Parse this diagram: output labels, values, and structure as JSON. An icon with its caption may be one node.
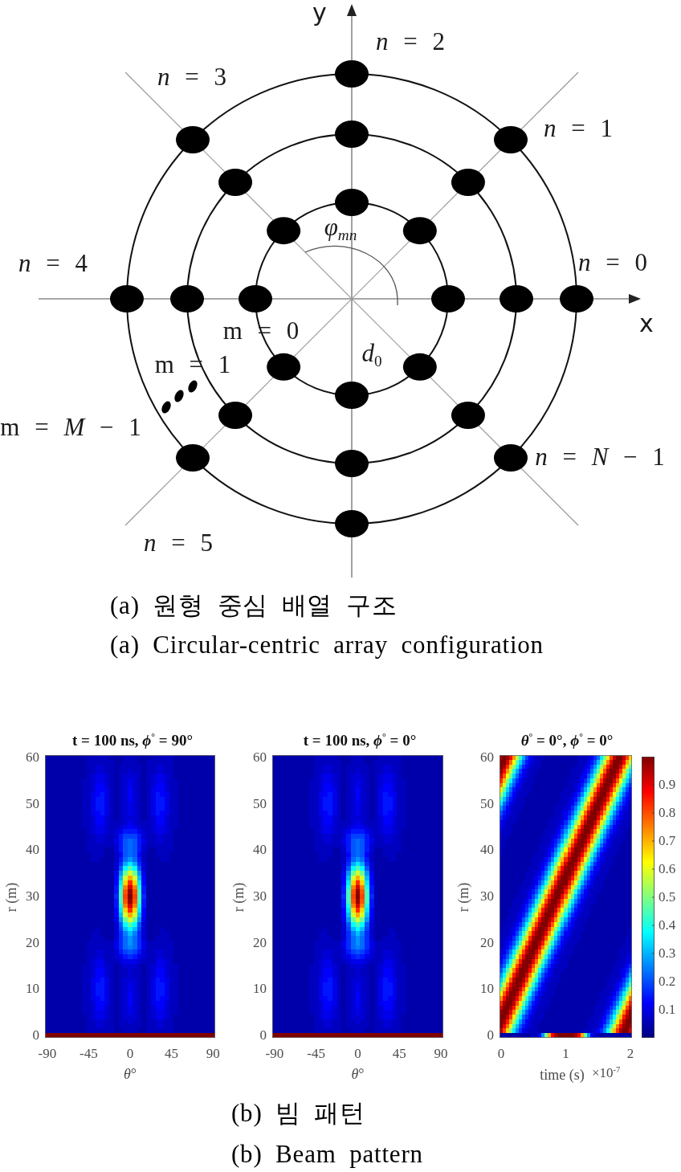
{
  "diagram": {
    "labels": [
      "y",
      "*n* = 2",
      "*n* = 3",
      "*n* = 1",
      "φ$_{mn}$",
      "*n* = 4",
      "*n* = 0",
      "m = 0",
      "x",
      "m = 1",
      "*d*$_{0}$",
      "m = *M* − 1",
      "*n* = *N* − 1",
      "*n* = 5",
      "(a) 원형 중심 배열 구조",
      "(a) Circular-centric array configuration",
      "t = 100 ns, *ϕ*$^{°}$ = 90°",
      "60",
      "50",
      "40",
      "30",
      "20",
      "10",
      "0",
      "r (m)",
      "-90",
      "-45",
      "0",
      "45",
      "90",
      "*θ*°",
      "t = 100 ns, *ϕ*$^{°}$ = 0°",
      "60",
      "50",
      "40",
      "30",
      "20",
      "10",
      "0",
      "r (m)",
      "-90",
      "-45",
      "0",
      "45",
      "90",
      "*θ*°",
      "*θ*$^{°}$ = 0°, *ϕ*$^{°}$ = 0°",
      "60",
      "50",
      "40",
      "30",
      "20",
      "10",
      "0",
      "r (m)",
      "0",
      "1",
      "2",
      "time (s)",
      "×10$^{-7}$",
      "0.9",
      "0.8",
      "0.7",
      "0.6",
      "0.5",
      "0.4",
      "0.3",
      "0.2",
      "0.1",
      "(b) 빔 패턴",
      "(b) Beam pattern"
    ]
  }
}
